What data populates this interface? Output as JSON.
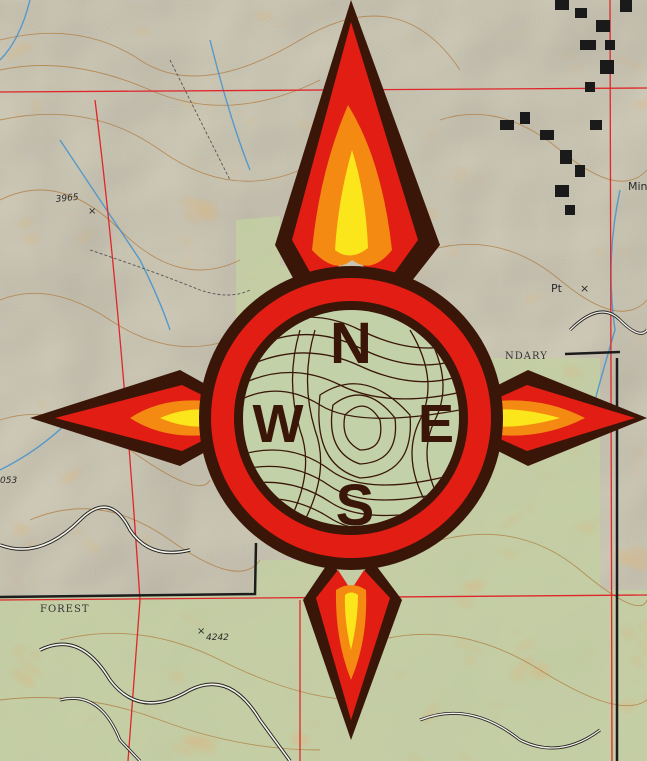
{
  "map": {
    "labels": {
      "elev_3965": "3965",
      "elev_4242": "4242",
      "elev_053": "053",
      "pt": "Pt",
      "boundary": "NDARY",
      "forest": "FOREST",
      "mine": "Min"
    }
  },
  "compass": {
    "north": "N",
    "south": "S",
    "east": "E",
    "west": "W"
  },
  "colors": {
    "paper": "#cfc9b4",
    "contour": "#b07a3d",
    "green_zone": "#c3cfa2",
    "grid_red": "#e0262b",
    "water_blue": "#3a8ed1",
    "flame_dark": "#3a1608",
    "flame_red": "#e11d14",
    "flame_orange": "#f48a12",
    "flame_yellow": "#fbe61c",
    "disc_fill": "#c2d1a7"
  }
}
